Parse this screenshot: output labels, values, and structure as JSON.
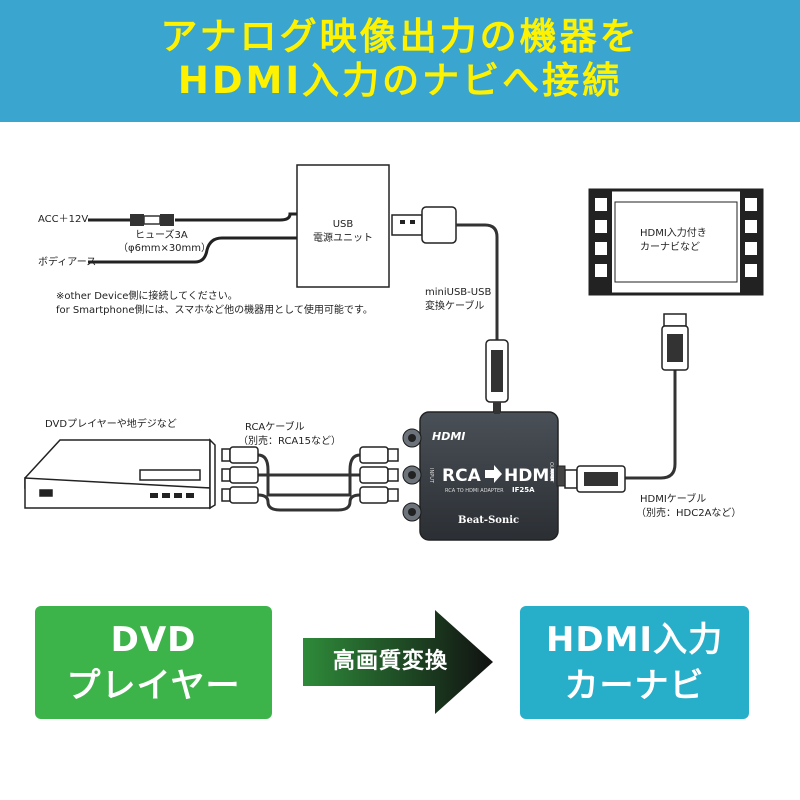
{
  "header": {
    "line1": "アナログ映像出力の機器を",
    "line2": "HDMI入力のナビへ接続"
  },
  "power": {
    "acc": "ACC＋12V",
    "ground": "ボディアース",
    "fuse_line1": "ヒューズ3A",
    "fuse_line2": "（φ6mm×30mm）"
  },
  "usb_unit": {
    "line1": "USB",
    "line2": "電源ユニット"
  },
  "note": {
    "line1": "※other Device側に接続してください。",
    "line2": "for Smartphone側には、スマホなど他の機器用として使用可能です。"
  },
  "mini_usb": {
    "line1": "miniUSB-USB",
    "line2": "変換ケーブル"
  },
  "navi_screen": {
    "line1": "HDMI入力付き",
    "line2": "カーナビなど"
  },
  "dvd_player": {
    "label": "DVDプレイヤーや地デジなど"
  },
  "rca_cable": {
    "line1": "RCAケーブル",
    "line2": "（別売：RCA15など）"
  },
  "converter": {
    "hdmi_logo": "HDMI",
    "title_left": "RCA",
    "title_right": "HDMI",
    "subtitle": "RCA TO HDMI ADAPTER",
    "model": "IF25A",
    "brand": "Beat-Sonic",
    "input_label": "INPUT",
    "output_label": "OUTPUT"
  },
  "hdmi_cable": {
    "line1": "HDMIケーブル",
    "line2": "（別売：HDC2Aなど）"
  },
  "bottom": {
    "source_line1": "DVD",
    "source_line2": "プレイヤー",
    "arrow_label": "高画質変換",
    "target_line1": "HDMI入力",
    "target_line2": "カーナビ"
  },
  "colors": {
    "banner": "#3aa6cf",
    "banner_text": "#fff200",
    "source_box": "#3db44a",
    "target_box": "#27afc9",
    "arrow_start": "#2e8b3a",
    "arrow_end": "#111111"
  },
  "icons": [
    "car-navi-icon",
    "dvd-player-icon",
    "converter-box-icon",
    "usb-plug-icon",
    "rca-plug-icon",
    "hdmi-plug-icon",
    "fuse-icon"
  ]
}
